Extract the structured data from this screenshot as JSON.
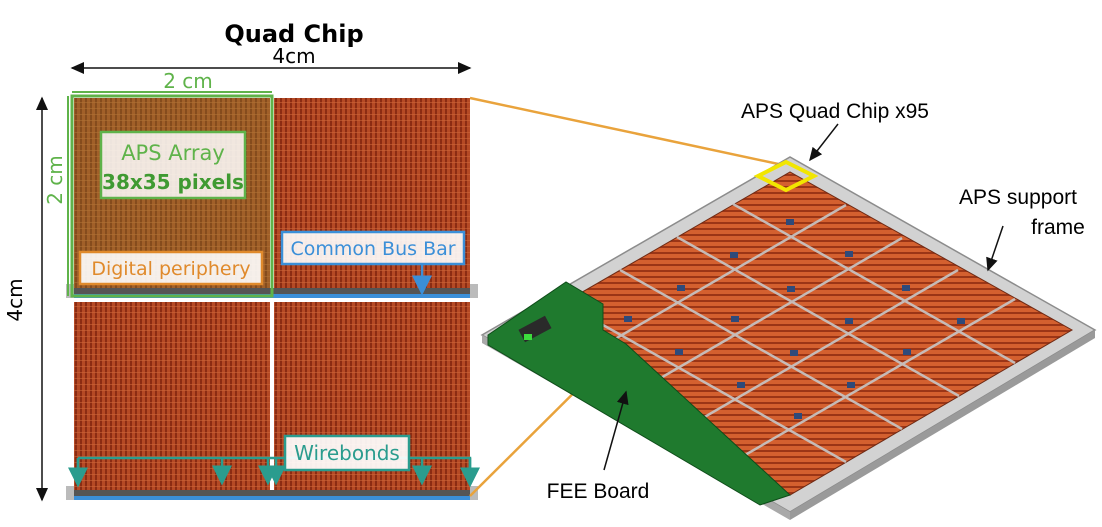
{
  "quad_chip": {
    "title": "Quad Chip",
    "width_label": "4cm",
    "height_label": "4cm",
    "sub_width_label": "2 cm",
    "sub_height_label": "2 cm",
    "aps_array_line1": "APS Array",
    "aps_array_line2": "38x35 pixels",
    "digital_periphery": "Digital periphery",
    "common_bus_bar": "Common Bus Bar",
    "wirebonds": "Wirebonds"
  },
  "assembly": {
    "chip_label": "APS Quad Chip x95",
    "support_frame_line1": "APS support",
    "support_frame_line2": "frame",
    "fee_board": "FEE Board"
  },
  "colors": {
    "chip_orange": "#c5552a",
    "chip_dark": "#8e2a14",
    "highlight_yellow": "#f2e600",
    "callout_orange": "#e9a33c",
    "aps_green": "#5fb34a",
    "periphery_orange": "#e08a2c",
    "bus_blue": "#3b8fd8",
    "wirebond_teal": "#2a9c8e",
    "pcb_green": "#1f7a2e",
    "frame_gray": "#c9c9c9"
  }
}
